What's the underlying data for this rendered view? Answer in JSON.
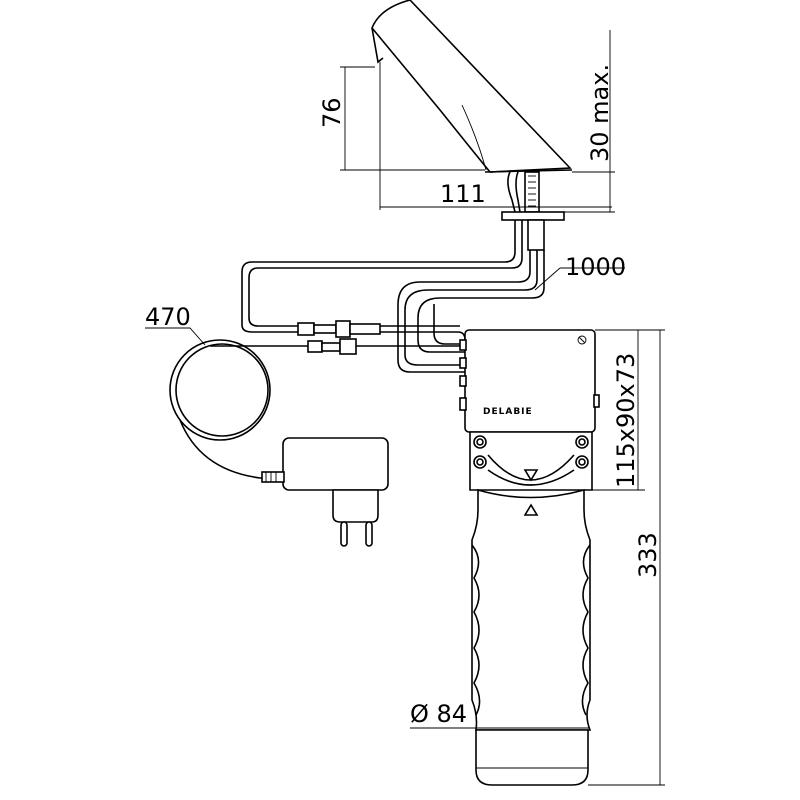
{
  "drawing": {
    "brand": "DELABIE",
    "dimensions": {
      "spout_height": "76",
      "deck_thickness": "30 max.",
      "spout_reach": "111",
      "hose_length": "1000",
      "cable_length": "470",
      "box_size": "115x90x73",
      "total_height": "333",
      "filter_diameter": "Ø 84"
    }
  }
}
